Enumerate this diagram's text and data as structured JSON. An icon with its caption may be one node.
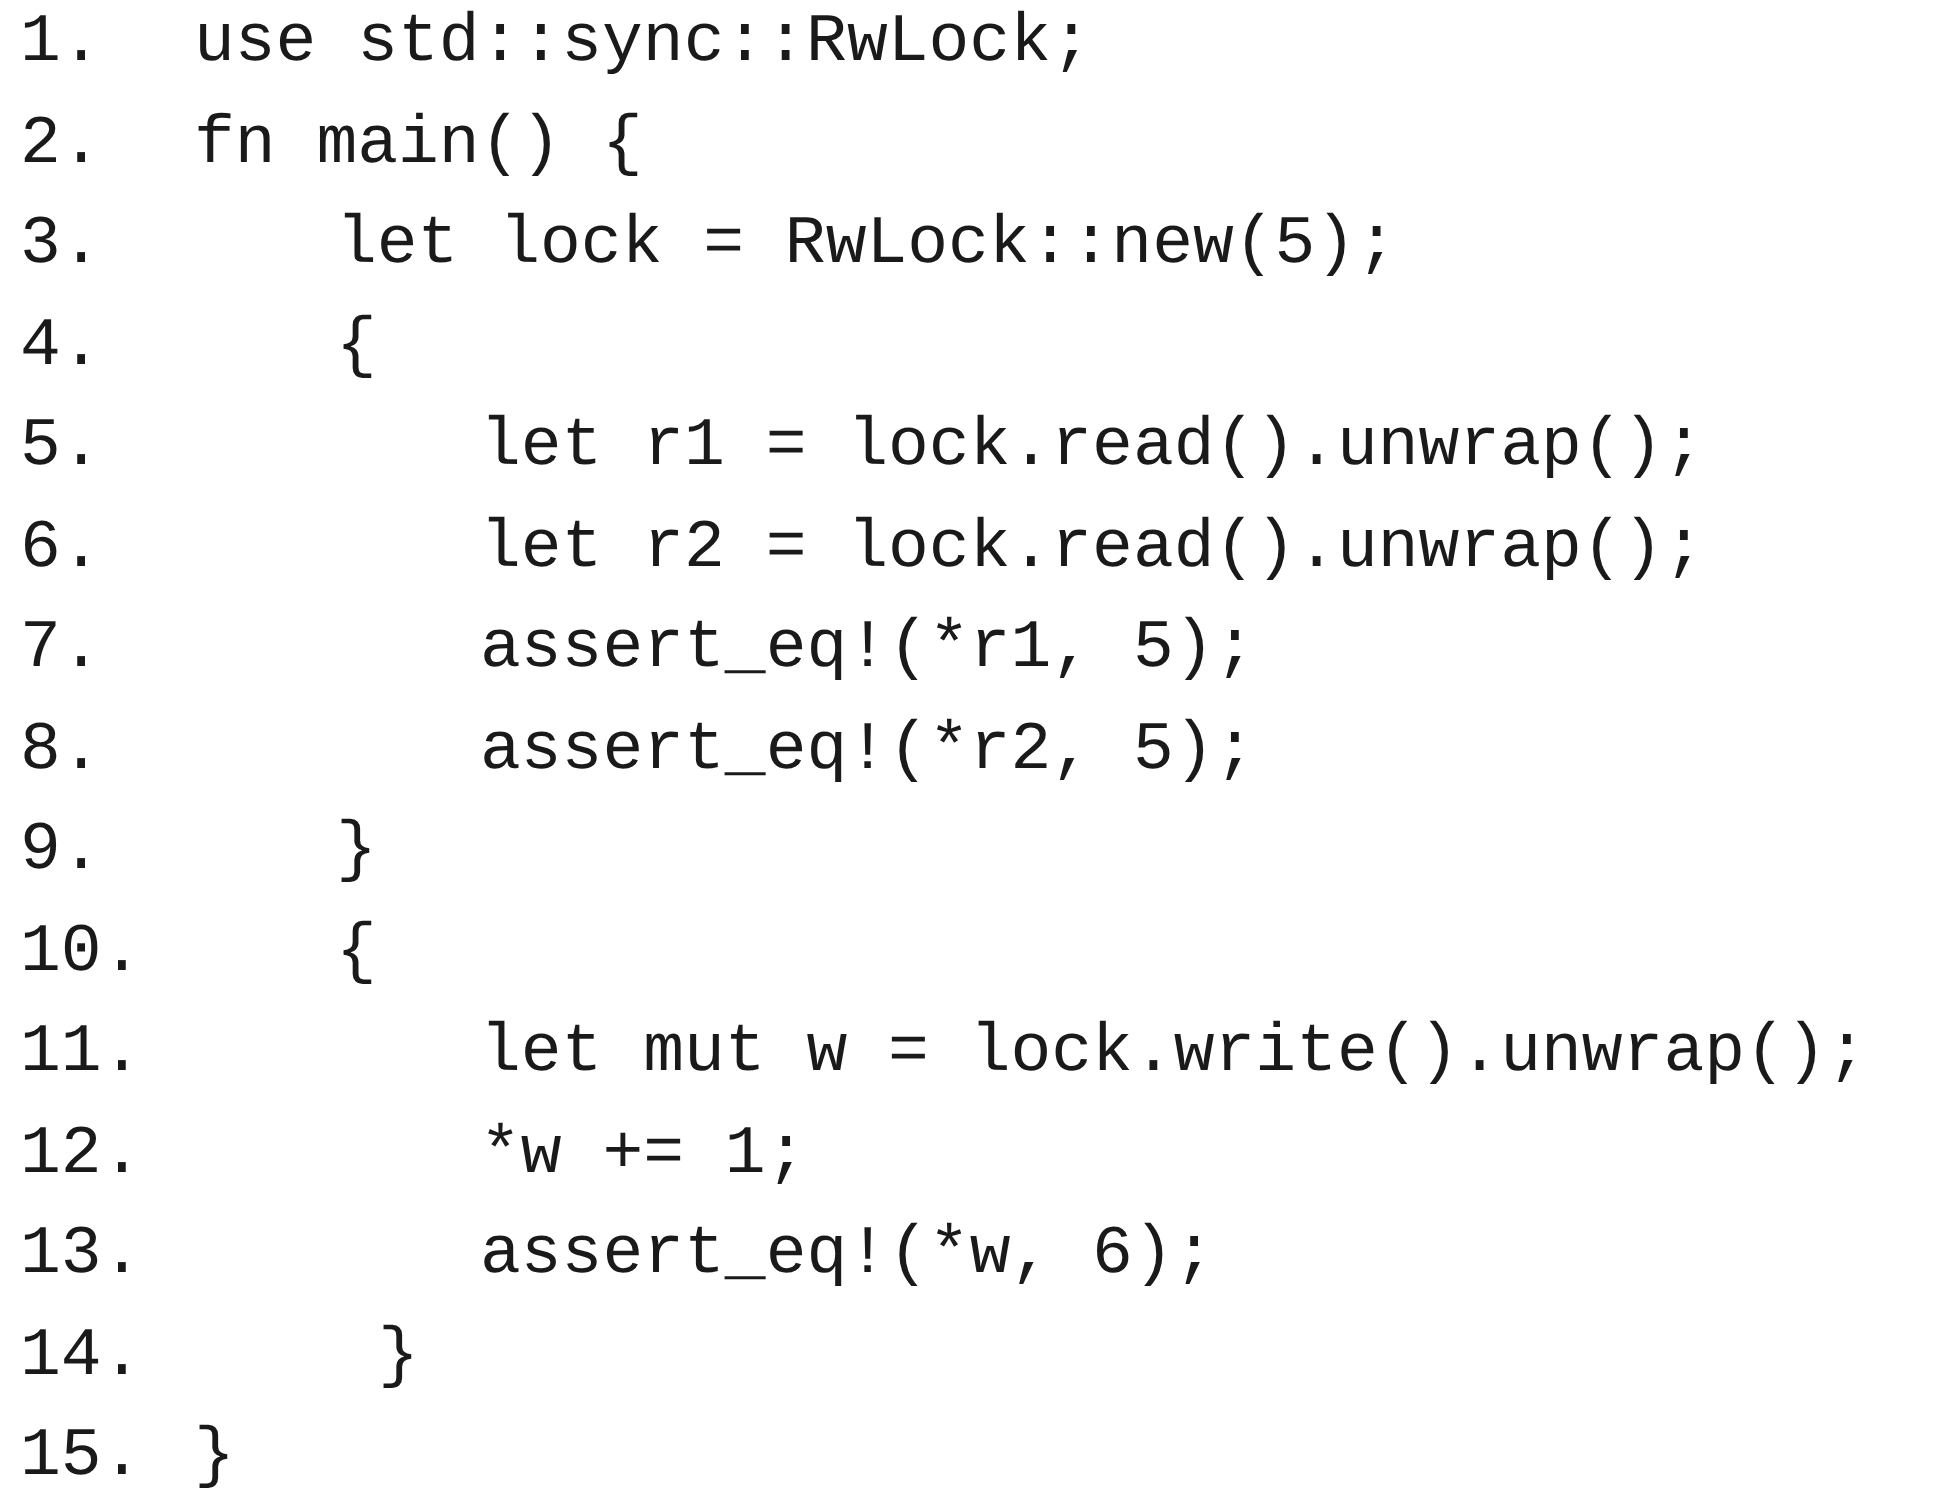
{
  "diagram": {
    "labels": [
      "1.",
      "use std::sync::RwLock;",
      "2.",
      "fn main() {",
      "3.",
      "let lock = RwLock::new(5);",
      "4.",
      "{",
      "5.",
      "let r1 = lock.read().unwrap();",
      "6.",
      "let r2 = lock.read().unwrap();",
      "7.",
      "assert_eq!(*r1, 5);",
      "8.",
      "assert_eq!(*r2, 5);",
      "9.",
      "}",
      "10.",
      "{",
      "11.",
      "let mut w = lock.write().unwrap();",
      "12.",
      "*w += 1;",
      "13.",
      "assert_eq!(*w, 6);",
      "14.",
      "}",
      "15.",
      "}"
    ]
  }
}
